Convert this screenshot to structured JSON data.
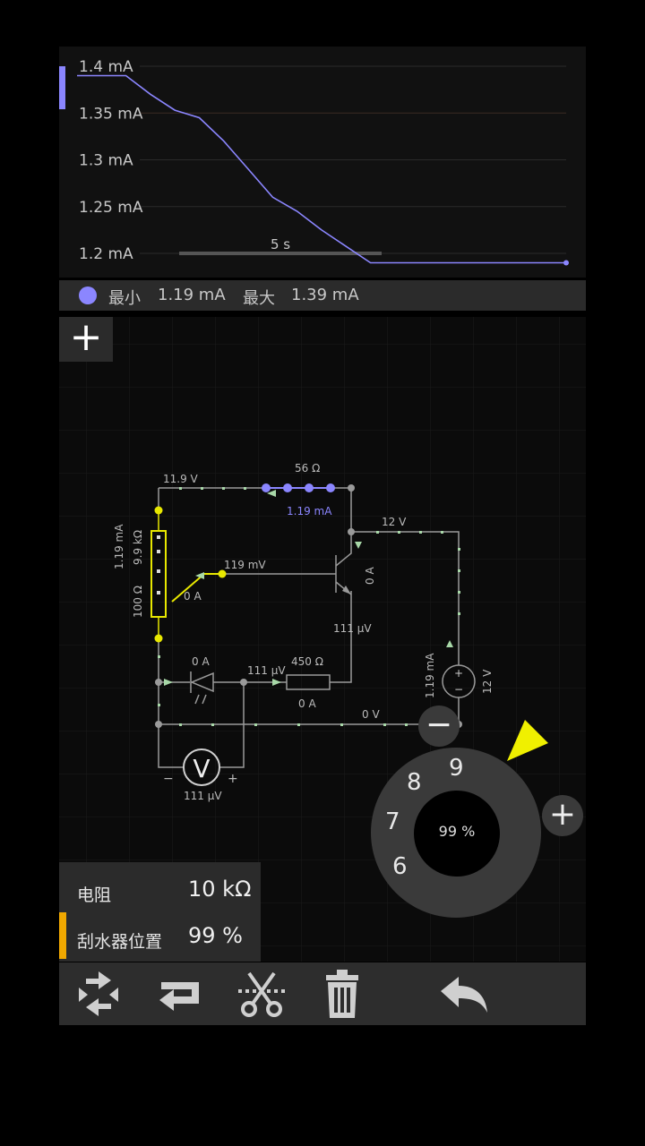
{
  "graph": {
    "y_ticks": [
      "1.4 mA",
      "1.35 mA",
      "1.3 mA",
      "1.25 mA",
      "1.2 mA"
    ],
    "time_label": "5 s",
    "series_color": "#8b86ff"
  },
  "legend": {
    "min_label": "最小",
    "min_value": "1.19 mA",
    "max_label": "最大",
    "max_value": "1.39 mA"
  },
  "add_graph_label": "+",
  "chart_data": {
    "type": "line",
    "xlabel": "",
    "ylabel": "",
    "ylim": [
      1.2,
      1.4
    ],
    "x": [
      0,
      1,
      1.5,
      2,
      2.5,
      3,
      3.5,
      4,
      4.5,
      5,
      6,
      7,
      8,
      9,
      10
    ],
    "series": [
      {
        "values": [
          1.39,
          1.39,
          1.37,
          1.353,
          1.345,
          1.32,
          1.29,
          1.26,
          1.245,
          1.225,
          1.19,
          1.19,
          1.19,
          1.19,
          1.19
        ]
      }
    ]
  },
  "circuit": {
    "labels": {
      "v_top_left": "11.9 V",
      "r_top": "56 Ω",
      "i_top": "1.19 mA",
      "v_right": "12 V",
      "pot_current": "1.19 mA",
      "pot_resistance": "9.9 kΩ",
      "pot_lower": "100 Ω",
      "wiper_voltage": "119 mV",
      "wiper_current": "0 A",
      "collector_current": "0 A",
      "emitter_voltage": "111 µV",
      "led_current": "0 A",
      "led_voltage": "111 µV",
      "r_mid": "450 Ω",
      "r_mid_current": "0 A",
      "ground_voltage": "0 V",
      "source_current": "1.19 mA",
      "source_voltage": "12 V",
      "meter_symbol": "V",
      "meter_reading": "111 µV",
      "meter_minus": "−",
      "meter_plus": "+"
    }
  },
  "properties": {
    "resistance_label": "电阻",
    "resistance_value": "10 kΩ",
    "wiper_label": "刮水器位置",
    "wiper_value": "99 %"
  },
  "dial": {
    "center": "99 %",
    "numbers": [
      "6",
      "7",
      "8",
      "9"
    ],
    "minus": "−",
    "plus": "+"
  },
  "toolbar": {
    "icons": [
      "rotate-icon",
      "flip-icon",
      "cut-icon",
      "delete-icon",
      "undo-icon"
    ]
  }
}
